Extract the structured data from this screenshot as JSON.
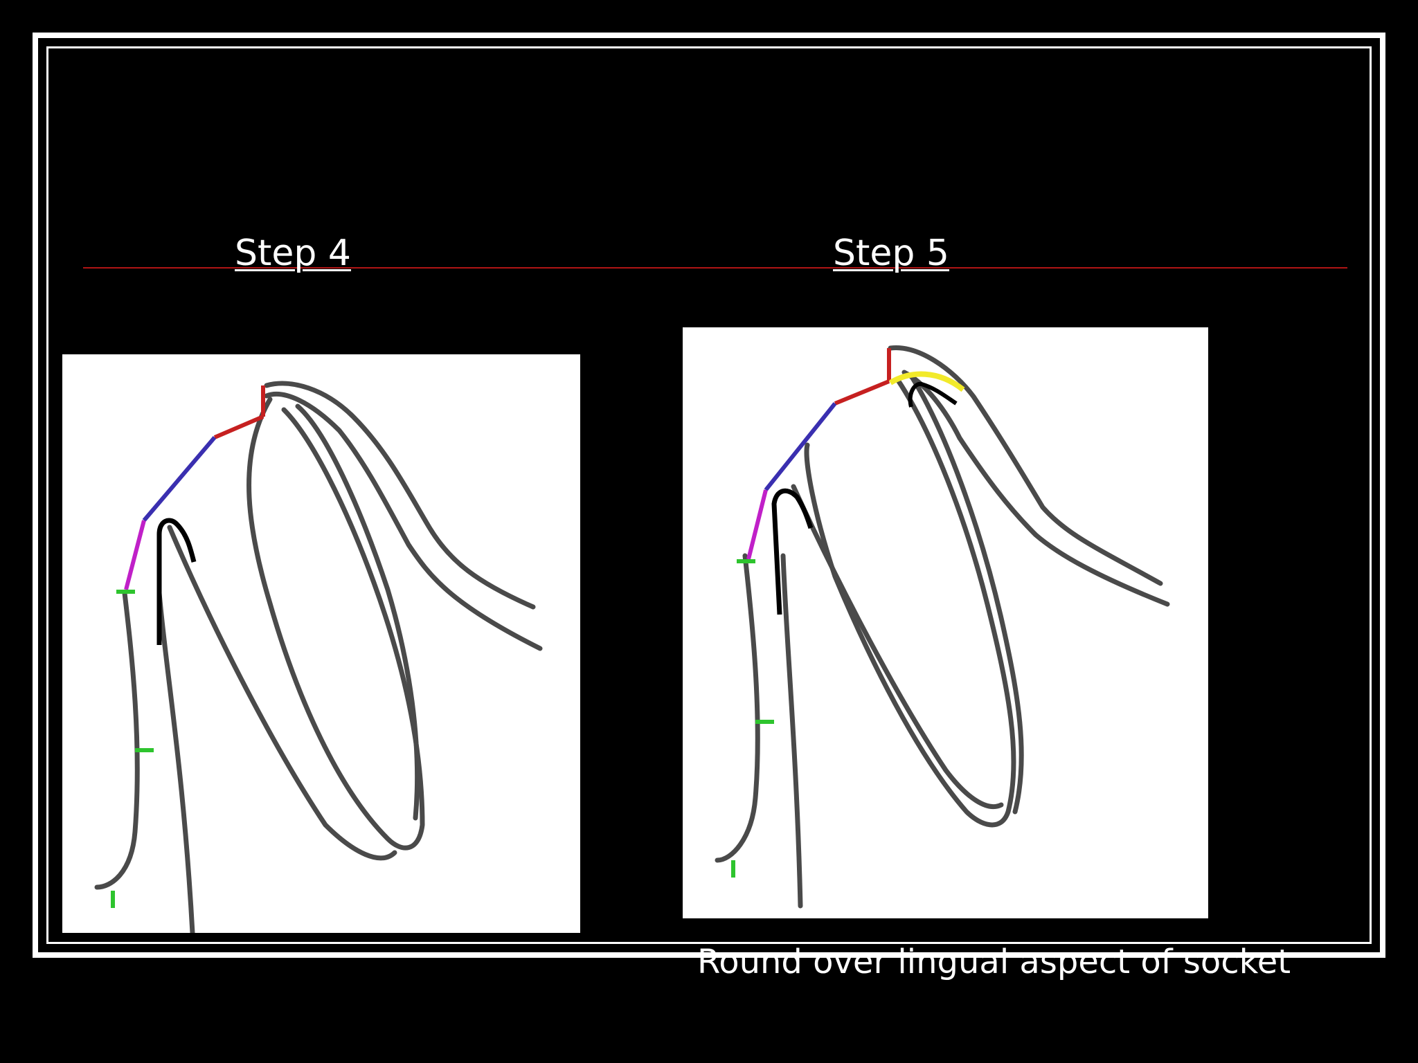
{
  "slide": {
    "step4_title": "Step 4",
    "step5_title": "Step 5",
    "caption": "Round over lingual aspect of socket"
  },
  "colors": {
    "background": "#000000",
    "frame": "#ffffff",
    "rule": "#b01515",
    "outline": "#4a4a4a",
    "red_segment": "#c62020",
    "blue_segment": "#3a2fb0",
    "magenta_segment": "#c020c8",
    "green_marks": "#2ec42e",
    "black_curve": "#000000",
    "yellow_curve": "#f2ea2a"
  }
}
